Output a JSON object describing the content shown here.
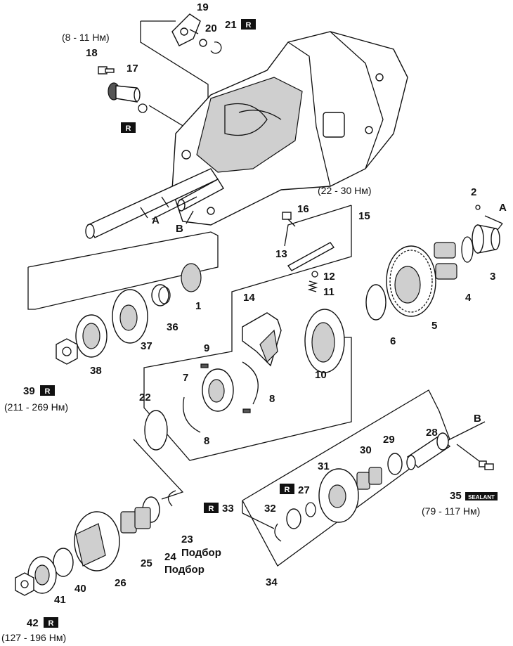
{
  "badges": {
    "replace": "R",
    "sealant": "SEALANT"
  },
  "torques": {
    "t18": "(8 - 11 Нм)",
    "t16": "(22 - 30 Нм)",
    "t39": "(211 - 269 Нм)",
    "t35": "(79 - 117 Нм)",
    "t42": "(127 - 196 Нм)"
  },
  "notes": {
    "select23": "Подбор",
    "select24": "Подбор"
  },
  "letters": {
    "a1": "A",
    "b1": "B",
    "a2": "A",
    "b2": "B"
  },
  "callouts": {
    "p1": "1",
    "p2": "2",
    "p3": "3",
    "p4": "4",
    "p5": "5",
    "p6": "6",
    "p7": "7",
    "p8a": "8",
    "p8b": "8",
    "p9": "9",
    "p10": "10",
    "p11": "11",
    "p12": "12",
    "p13": "13",
    "p14": "14",
    "p15": "15",
    "p16": "16",
    "p17": "17",
    "p18": "18",
    "p19": "19",
    "p20": "20",
    "p21": "21",
    "p22": "22",
    "p23": "23",
    "p24": "24",
    "p25": "25",
    "p26": "26",
    "p27": "27",
    "p28": "28",
    "p29": "29",
    "p30": "30",
    "p31": "31",
    "p32": "32",
    "p33": "33",
    "p34": "34",
    "p35": "35",
    "p36": "36",
    "p37": "37",
    "p38": "38",
    "p39": "39",
    "p40": "40",
    "p41": "41",
    "p42": "42"
  }
}
